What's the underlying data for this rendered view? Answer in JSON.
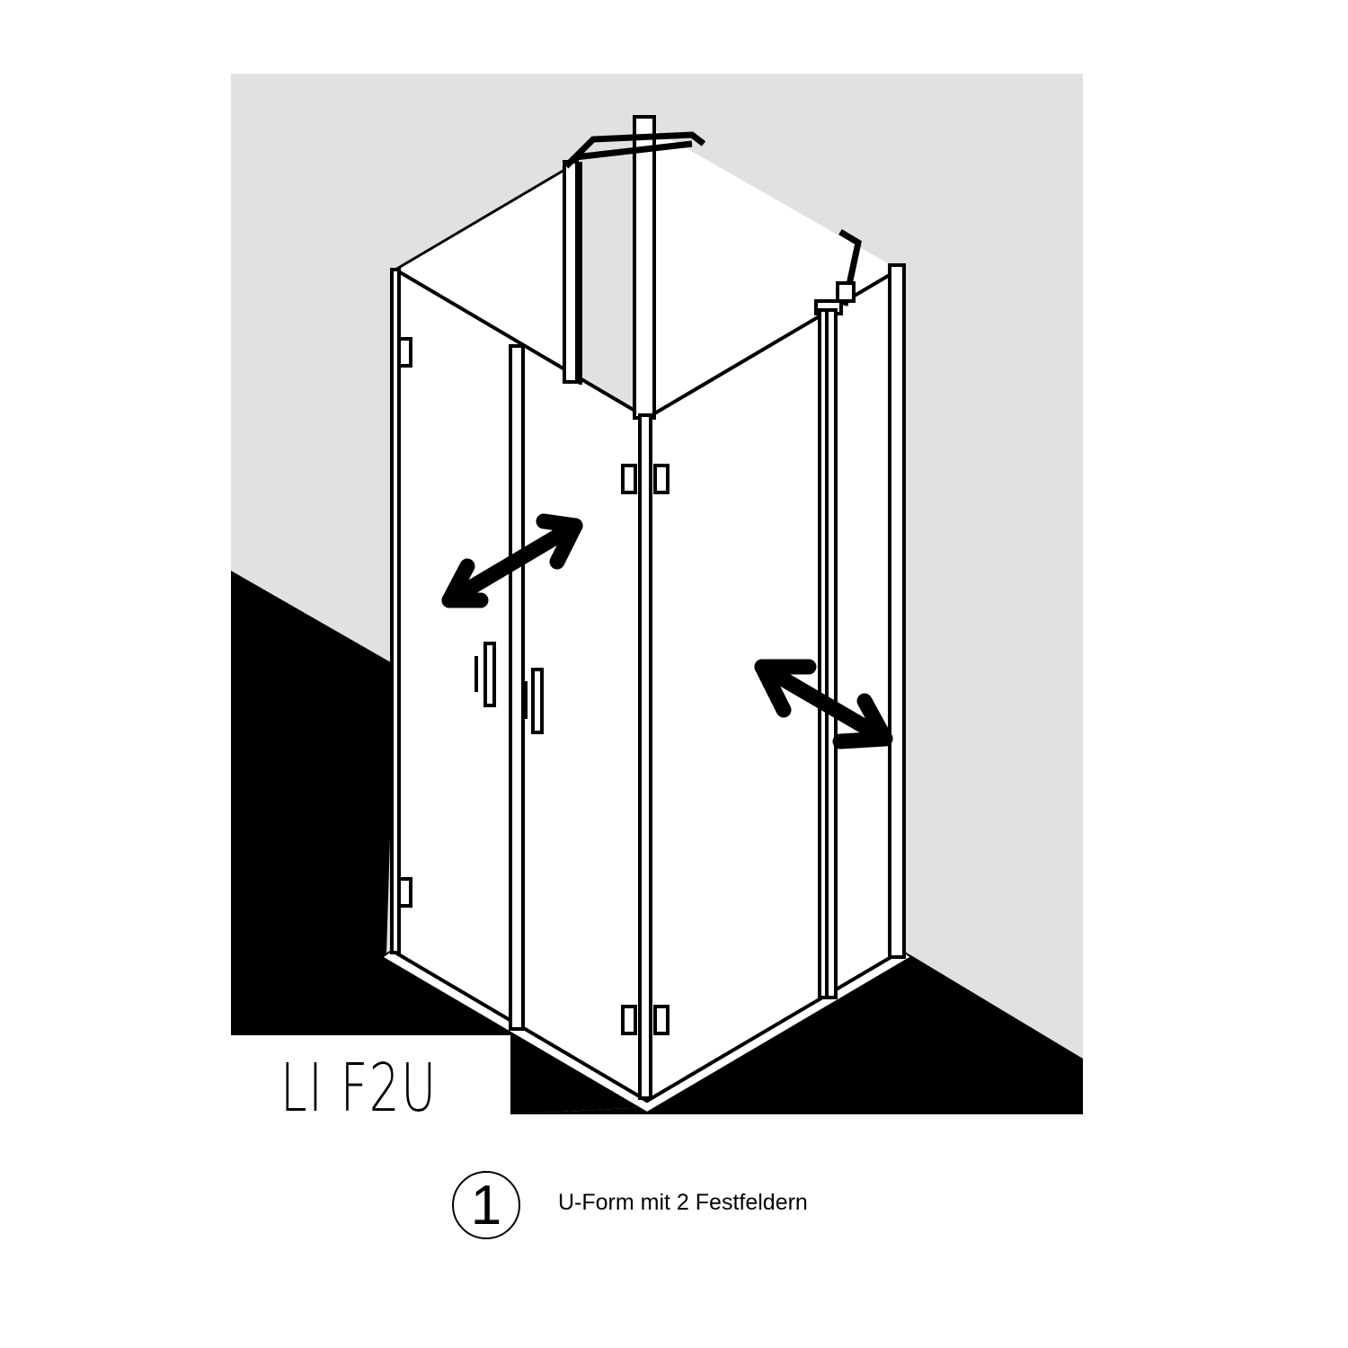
{
  "diagram": {
    "model_label": "LI F2U",
    "caption_number": "1",
    "caption_text": "U-Form mit 2 Festfeldern",
    "colors": {
      "wall": "#e1e1e0",
      "floor": "#000000",
      "glass": "#ffffff",
      "line": "#000000"
    },
    "icons": [
      "double-arrow-swing-door",
      "double-arrow-swing-door-right"
    ]
  }
}
